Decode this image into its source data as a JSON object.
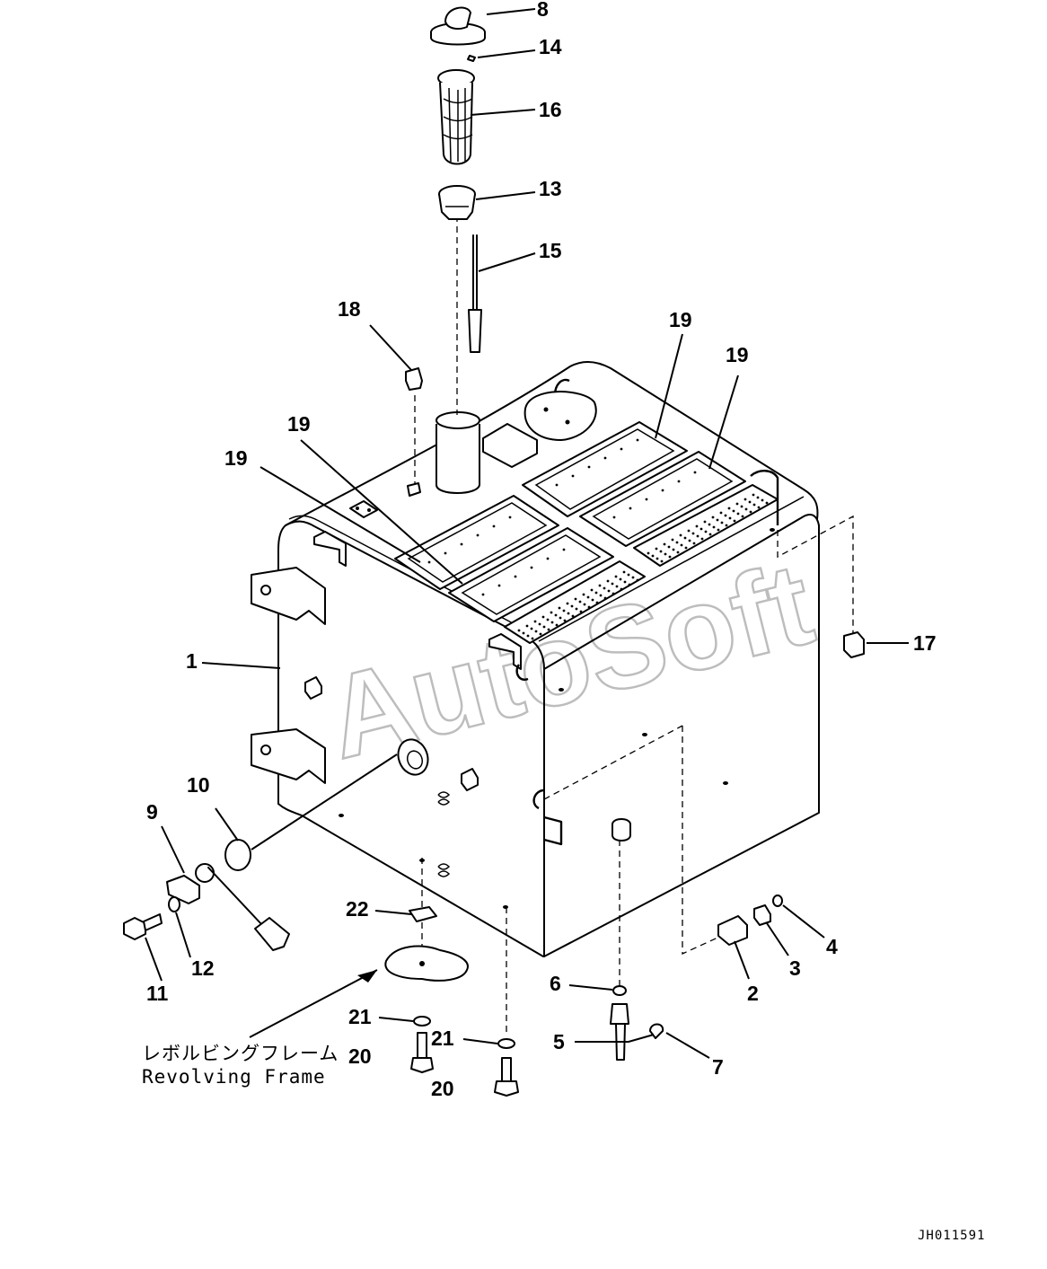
{
  "labels": [
    {
      "id": "1",
      "text": "1"
    },
    {
      "id": "2",
      "text": "2"
    },
    {
      "id": "3",
      "text": "3"
    },
    {
      "id": "4",
      "text": "4"
    },
    {
      "id": "5",
      "text": "5"
    },
    {
      "id": "6",
      "text": "6"
    },
    {
      "id": "7",
      "text": "7"
    },
    {
      "id": "8",
      "text": "8"
    },
    {
      "id": "9",
      "text": "9"
    },
    {
      "id": "10",
      "text": "10"
    },
    {
      "id": "11",
      "text": "11"
    },
    {
      "id": "12",
      "text": "12"
    },
    {
      "id": "13",
      "text": "13"
    },
    {
      "id": "14",
      "text": "14"
    },
    {
      "id": "15",
      "text": "15"
    },
    {
      "id": "16",
      "text": "16"
    },
    {
      "id": "17",
      "text": "17"
    },
    {
      "id": "18",
      "text": "18"
    },
    {
      "id": "19a",
      "text": "19"
    },
    {
      "id": "19b",
      "text": "19"
    },
    {
      "id": "19c",
      "text": "19"
    },
    {
      "id": "19d",
      "text": "19"
    },
    {
      "id": "20a",
      "text": "20"
    },
    {
      "id": "20b",
      "text": "20"
    },
    {
      "id": "21a",
      "text": "21"
    },
    {
      "id": "21b",
      "text": "21"
    },
    {
      "id": "22",
      "text": "22"
    }
  ],
  "caption": {
    "japanese": "レボルビングフレーム",
    "english": "Revolving Frame"
  },
  "drawing_code": "JH011591",
  "watermark": "AutoSoft"
}
